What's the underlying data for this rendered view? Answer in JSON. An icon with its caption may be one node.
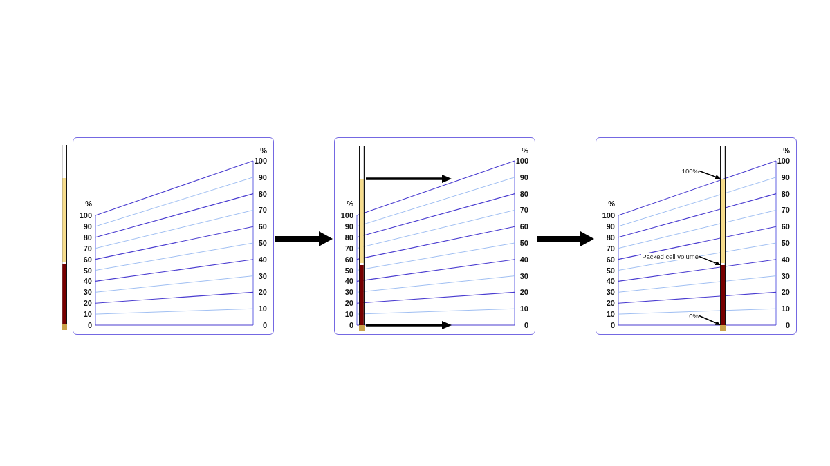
{
  "diagram": {
    "nodes": [
      {
        "text": [
          "%",
          "100",
          "90",
          "80",
          "70",
          "60",
          "50",
          "40",
          "30",
          "20",
          "10",
          "0",
          "%",
          "100",
          "90",
          "80",
          "70",
          "60",
          "50",
          "40",
          "30",
          "20",
          "10",
          "0"
        ]
      },
      {
        "text": [
          "%",
          "100",
          "90",
          "80",
          "70",
          "60",
          "50",
          "40",
          "30",
          "20",
          "10",
          "0",
          "%",
          "100",
          "90",
          "80",
          "70",
          "60",
          "50",
          "40",
          "30",
          "20",
          "10",
          "0"
        ]
      },
      {
        "text": [
          "%",
          "100",
          "90",
          "80",
          "70",
          "60",
          "50",
          "40",
          "30",
          "20",
          "10",
          "0",
          "%",
          "100",
          "90",
          "80",
          "70",
          "60",
          "50",
          "40",
          "30",
          "20",
          "10",
          "0"
        ]
      },
      {
        "text": [
          "100%"
        ],
        "in": 2
      },
      {
        "text": [
          "Packed cell volume"
        ],
        "in": 2
      },
      {
        "text": [
          "0%"
        ],
        "in": 2
      },
      {
        "text": [],
        "shape": "bar",
        "in": 2
      },
      {
        "text": [],
        "shape": "bar",
        "in": 2
      }
    ],
    "edges": [
      {
        "from": 0,
        "to": 1,
        "arrow": "to",
        "style": "thick"
      },
      {
        "from": 1,
        "to": 2,
        "arrow": "to",
        "style": "thick"
      },
      {
        "from": 3,
        "to": 6,
        "arrow": "to"
      },
      {
        "from": 4,
        "to": 7,
        "arrow": "to"
      },
      {
        "from": 5,
        "to": 7,
        "arrow": "to"
      }
    ]
  }
}
